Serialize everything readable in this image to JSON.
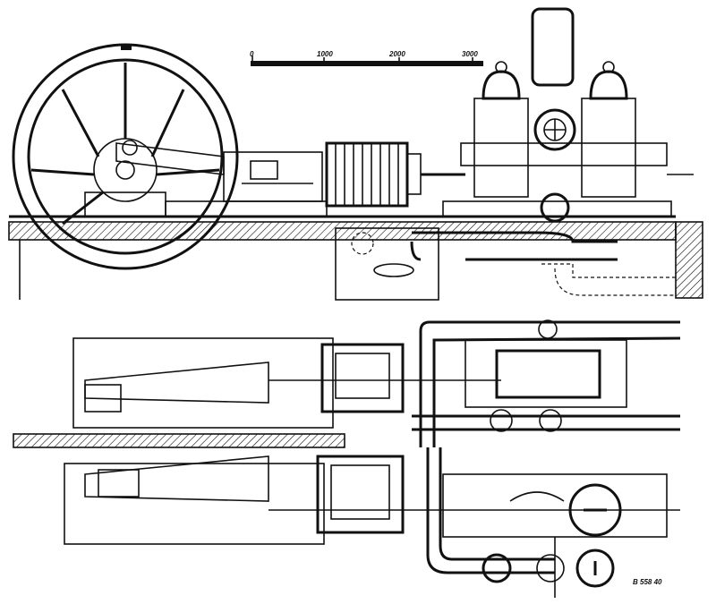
{
  "drawing": {
    "title_views": [
      "elevation",
      "plan"
    ],
    "scale_bar": {
      "ticks": [
        "0",
        "1000",
        "2000",
        "3000"
      ]
    },
    "reference_number": "B 558 40",
    "ink_color": "#111111",
    "paper_color": "#ffffff"
  }
}
